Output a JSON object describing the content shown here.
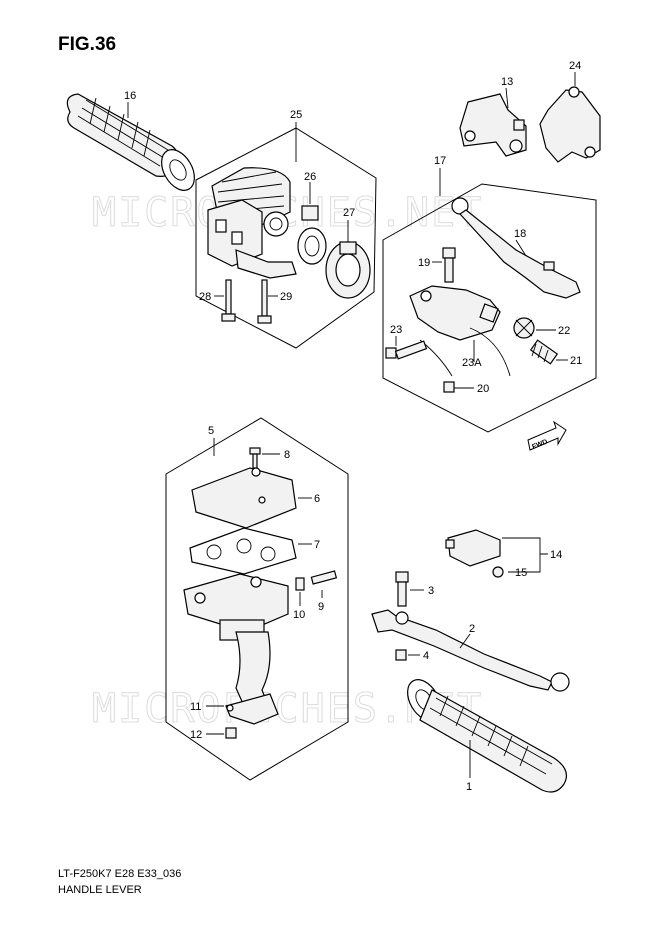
{
  "figure_title": "FIG.36",
  "footer": {
    "model_code": "LT-F250K7 E28 E33_036",
    "section_name": "HANDLE LEVER"
  },
  "watermark": "MICROFICHES.NET",
  "fwd_label": "FWD",
  "callouts": {
    "c1": "1",
    "c2": "2",
    "c3": "3",
    "c4": "4",
    "c5": "5",
    "c6": "6",
    "c7": "7",
    "c8": "8",
    "c9": "9",
    "c10": "10",
    "c11": "11",
    "c12": "12",
    "c13": "13",
    "c14": "14",
    "c15": "15",
    "c16": "16",
    "c17": "17",
    "c18": "18",
    "c19": "19",
    "c20": "20",
    "c21": "21",
    "c22": "22",
    "c23": "23",
    "c23a": "23A",
    "c24": "24",
    "c25": "25",
    "c26": "26",
    "c27": "27",
    "c28": "28",
    "c29": "29"
  }
}
